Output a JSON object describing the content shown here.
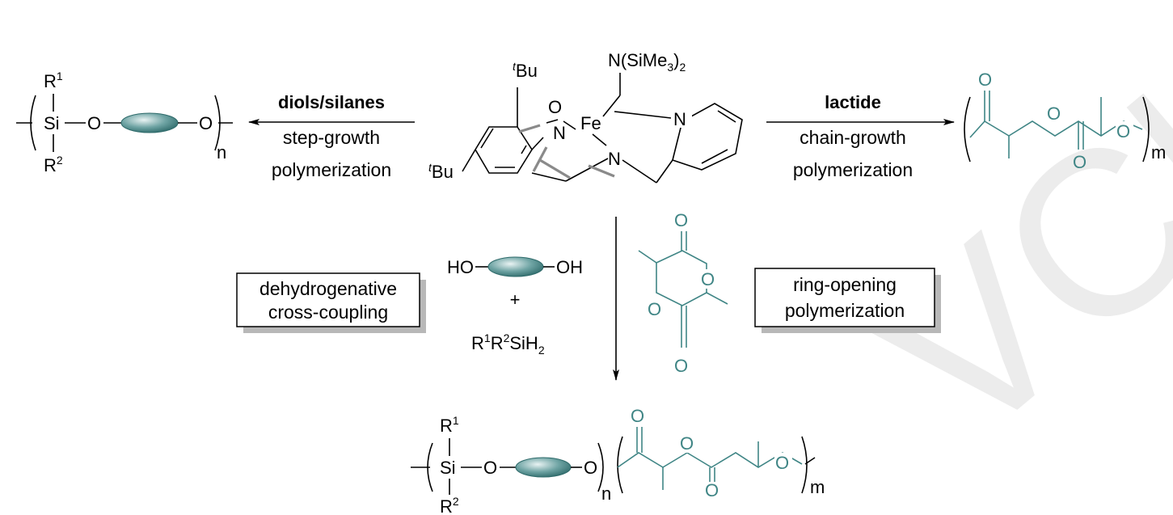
{
  "colors": {
    "polylactide": "#3f8585",
    "watermark": "#e6e6e6",
    "ellipsoid": "#4f8c8c"
  },
  "watermark": "VCH",
  "left_reaction": {
    "reagent": "diols/silanes",
    "line1": "step-growth",
    "line2": "polymerization"
  },
  "right_reaction": {
    "reagent": "lactide",
    "line1": "chain-growth",
    "line2": "polymerization"
  },
  "box_left": {
    "line1": "dehydrogenative",
    "line2": "cross-coupling"
  },
  "box_right": {
    "line1": "ring-opening",
    "line2": "polymerization"
  },
  "atoms": {
    "N": "N",
    "O": "O",
    "Fe": "Fe",
    "Si": "Si",
    "HO": "HO",
    "OH": "OH",
    "R": "R",
    "Bu": "Bu",
    "t": "t",
    "silyl_main": "N(SiMe",
    "silyl_close": ")",
    "sub3": "3",
    "sub2": "2",
    "one": "1",
    "two": "2",
    "plus": "+",
    "SiH": "SiH",
    "n": "n",
    "m": "m"
  }
}
